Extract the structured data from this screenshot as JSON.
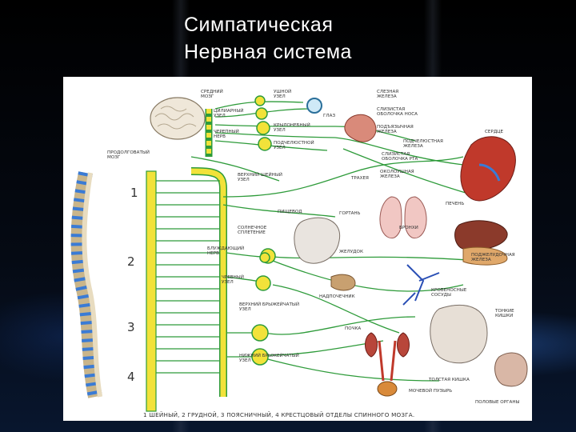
{
  "title": {
    "line1": "Симпатическая",
    "line2": "Нервная система"
  },
  "labels": {
    "middle_brain": "СРЕДНИЙ\nМОЗГ",
    "ciliary_node": "ЦИЛИАРНЫЙ\nУЗЕЛ",
    "ear_node": "УШНОЙ\nУЗЕЛ",
    "cranial_nerve": "ЧЕРЕПНЫЙ\nНЕРВ",
    "eye": "ГЛАЗ",
    "pterygopalatine_node": "КРЫЛОНЕБНЫЙ\nУЗЕЛ",
    "submandibular_node": "ПОДЧЕЛЮСТНОЙ\nУЗЕЛ",
    "medulla": "ПРОДОЛГОВАТЫЙ\nМОЗГ",
    "lacrimal_gland": "СЛЕЗНАЯ\nЖЕЛЕЗА",
    "nasal_mucosa": "СЛИЗИСТАЯ\nОБОЛОЧКА НОСА",
    "sublingual_gland": "ПОДЪЯЗЫЧНАЯ\nЖЕЛЕЗА",
    "submandibular_gland": "ПОДЧЕЛЮСТНАЯ\nЖЕЛЕЗА",
    "oral_mucosa": "СЛИЗИСТАЯ\nОБОЛОЧКА РТА",
    "heart": "СЕРДЦЕ",
    "upper_cervical_node": "ВЕРХНИЙ ШЕЙНЫЙ\nУЗЕЛ",
    "trachea": "ТРАХЕЯ",
    "parotid_gland": "ОКОЛОУШНАЯ\nЖЕЛЕЗА",
    "bronchi": "БРОНХИ",
    "esophagus": "ПИЩЕВОД",
    "larynx": "ГОРТАНЬ",
    "liver": "ПЕЧЕНЬ",
    "solar_plexus": "СОЛНЕЧНОЕ\nСПЛЕТЕНИЕ",
    "vagus_nerve": "БЛУЖДАЮЩИЙ\nНЕРВ",
    "celiac_node": "ЧРЕВНЫЙ\nУЗЕЛ",
    "stomach": "ЖЕЛУДОК",
    "pancreas": "ПОДЖЕЛУДОЧНАЯ\nЖЕЛЕЗА",
    "adrenal": "НАДПОЧЕЧНИК",
    "blood_vessels": "КРОВЕНОСНЫЕ\nСОСУДЫ",
    "upper_mesenteric_node": "ВЕРХНИЙ БРЫЖЕЙЧАТЫЙ\nУЗЕЛ",
    "kidney": "ПОЧКА",
    "small_intestine": "ТОНКИЕ\nКИШКИ",
    "lower_mesenteric_node": "НИЖНИЙ БРЫЖЕЙЧАТЫЙ\nУЗЕЛ",
    "large_intestine": "ТОЛСТАЯ КИШКА",
    "bladder": "МОЧЕВОЙ ПУЗЫРЬ",
    "genitals": "ПОЛОВЫЕ ОРГАНЫ"
  },
  "region_numbers": [
    "1",
    "2",
    "3",
    "4"
  ],
  "caption": "1 ШЕЙНЫЙ, 2 ГРУДНОЙ, 3 ПОЯСНИЧНЫЙ, 4 КРЕСТЦОВЫЙ ОТДЕЛЫ СПИННОГО МОЗГА.",
  "colors": {
    "nerve": "#2e9b3a",
    "cord": "#f2e23a",
    "spine_bone": "#e8dcc0",
    "spine_disc": "#3a7bd5",
    "organ_red": "#c0392b",
    "organ_pink": "#e9a3a0",
    "background": "#000000"
  }
}
